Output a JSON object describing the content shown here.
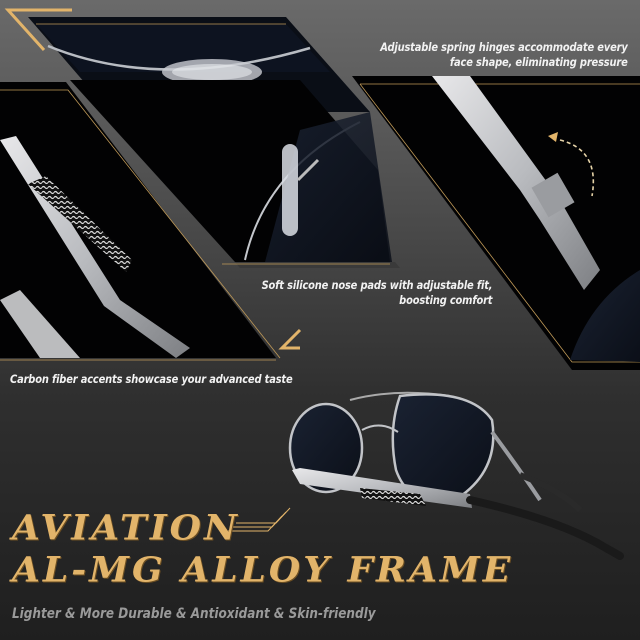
{
  "captions": {
    "hinge": {
      "line1": "Adjustable spring hinges accommodate every",
      "line2": "face shape, eliminating pressure"
    },
    "nose": {
      "line1": "Soft silicone nose pads with adjustable fit,",
      "line2": "boosting comfort"
    },
    "carbon": {
      "line1": "Carbon fiber accents showcase your advanced taste"
    }
  },
  "headline": {
    "line1": "AVIATION",
    "line2": "AL-MG ALLOY FRAME"
  },
  "subtitle": "Lighter & More Durable & Antioxidant & Skin-friendly",
  "colors": {
    "accent_gold": "#e2b46a",
    "panel_black": "#050608",
    "caption_white": "#f2f2f2",
    "subtitle_gray": "#9a9a9a"
  },
  "icons": [
    "nose-pad-closeup",
    "spring-hinge-closeup",
    "carbon-fiber-temple-closeup",
    "aviator-sunglasses",
    "curved-arrow-icon"
  ]
}
